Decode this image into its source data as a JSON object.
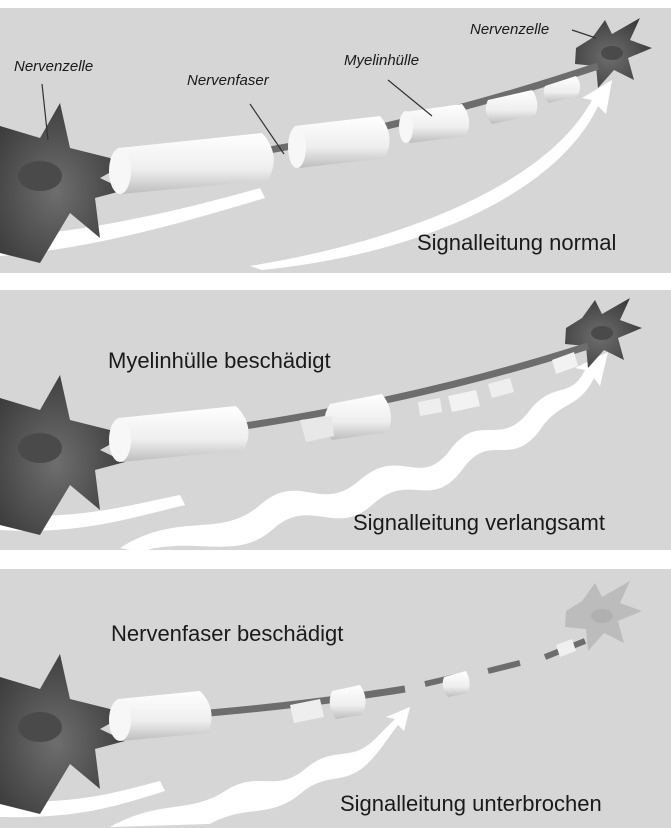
{
  "panels": [
    {
      "labels": {
        "nerve_cell_left": "Nervenzelle",
        "nerve_fiber": "Nervenfaser",
        "myelin_sheath": "Myelinhülle",
        "nerve_cell_right": "Nervenzelle"
      },
      "caption": "Signalleitung normal"
    },
    {
      "title": "Myelinhülle beschädigt",
      "caption": "Signalleitung verlangsamt"
    },
    {
      "title": "Nervenfaser beschädigt",
      "caption": "Signalleitung unterbrochen"
    }
  ],
  "colors": {
    "panel_bg": "#d6d6d6",
    "cell_dark": "#555555",
    "fiber": "#6d6d6d",
    "myelin": "#f4f4f4",
    "signal_arrow": "#ffffff"
  }
}
